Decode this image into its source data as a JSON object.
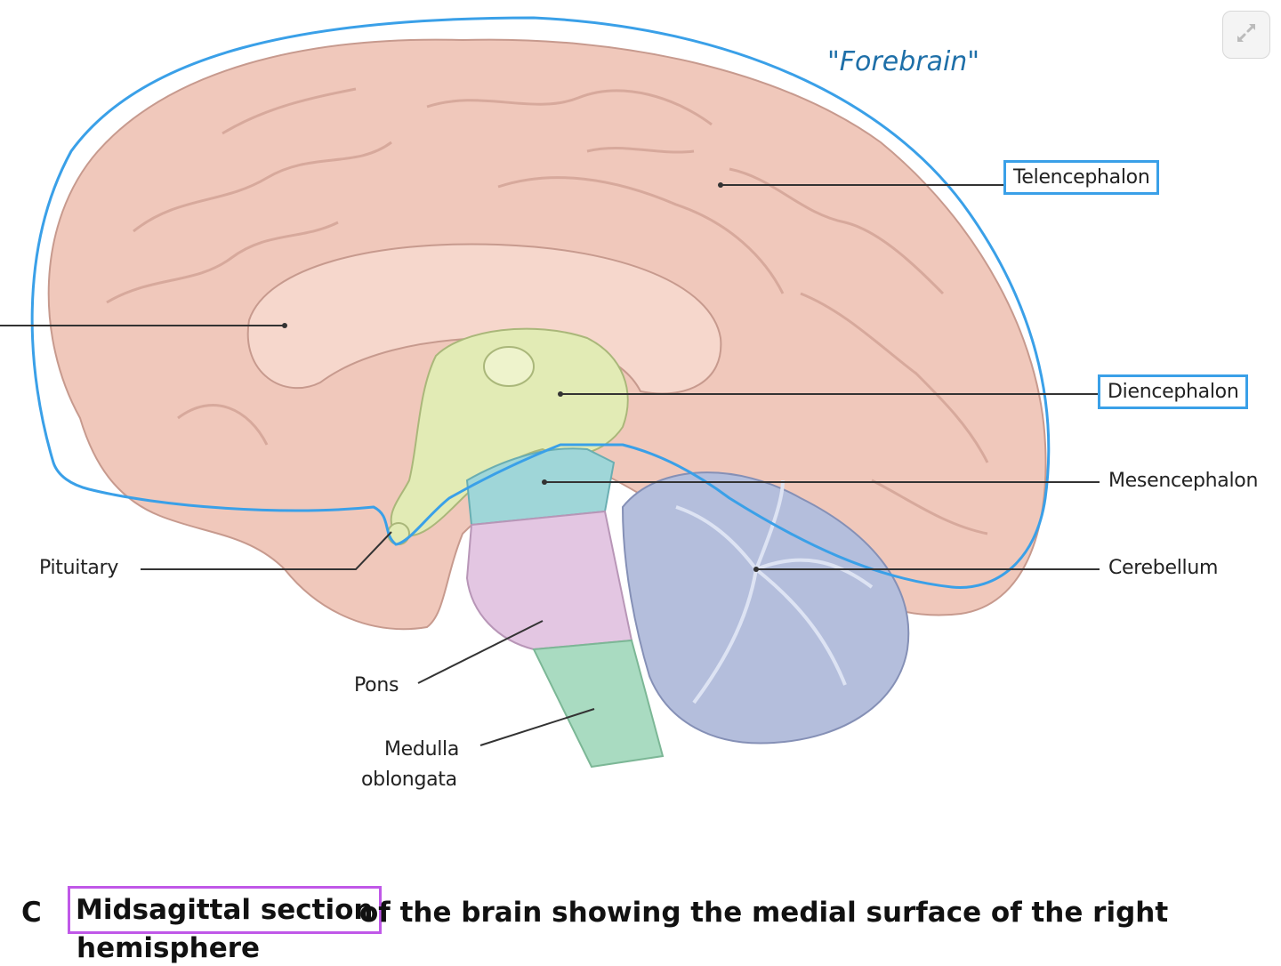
{
  "figure": {
    "annotation_title": "\"Forebrain\"",
    "labels": {
      "telencephalon": "Telencephalon",
      "diencephalon": "Diencephalon",
      "mesencephalon": "Mesencephalon",
      "cerebellum": "Cerebellum",
      "pituitary": "Pituitary",
      "pons": "Pons",
      "medulla_line1": "Medulla",
      "medulla_line2": "oblongata"
    },
    "colors": {
      "cerebrum": "#f0c8bb",
      "diencephalon": "#e2ebb5",
      "midbrain": "#9fd6d8",
      "pons": "#e3c6e2",
      "medulla": "#a9dbc1",
      "cerebellum": "#b4bedc",
      "annotation_outline": "#3aa0e8",
      "caption_highlight": "#c058e8"
    },
    "icons": {
      "expand": "expand-arrows-icon"
    }
  },
  "caption": {
    "letter": "C",
    "highlight": "Midsagittal section",
    "rest": "of the brain showing the medial surface of the right",
    "line2": "hemisphere"
  }
}
